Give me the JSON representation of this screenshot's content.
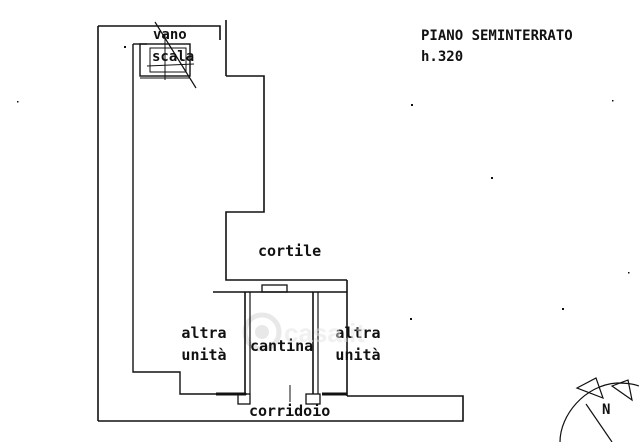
{
  "header": {
    "floor_name": "PIANO  SEMINTERRATO",
    "height": "h.320"
  },
  "rooms": {
    "stair_line1": "vano",
    "stair_line2": "scala",
    "courtyard": "cortile",
    "other_left_line1": "altra",
    "other_left_line2": "unità",
    "cellar": "cantina",
    "other_right_line1": "altra",
    "other_right_line2": "unità",
    "corridor": "corridoio"
  },
  "compass": {
    "north": "N"
  },
  "watermark": {
    "text": "casa.it"
  },
  "colors": {
    "line": "#111111",
    "background": "#ffffff",
    "watermark": "#dcdcdc"
  }
}
